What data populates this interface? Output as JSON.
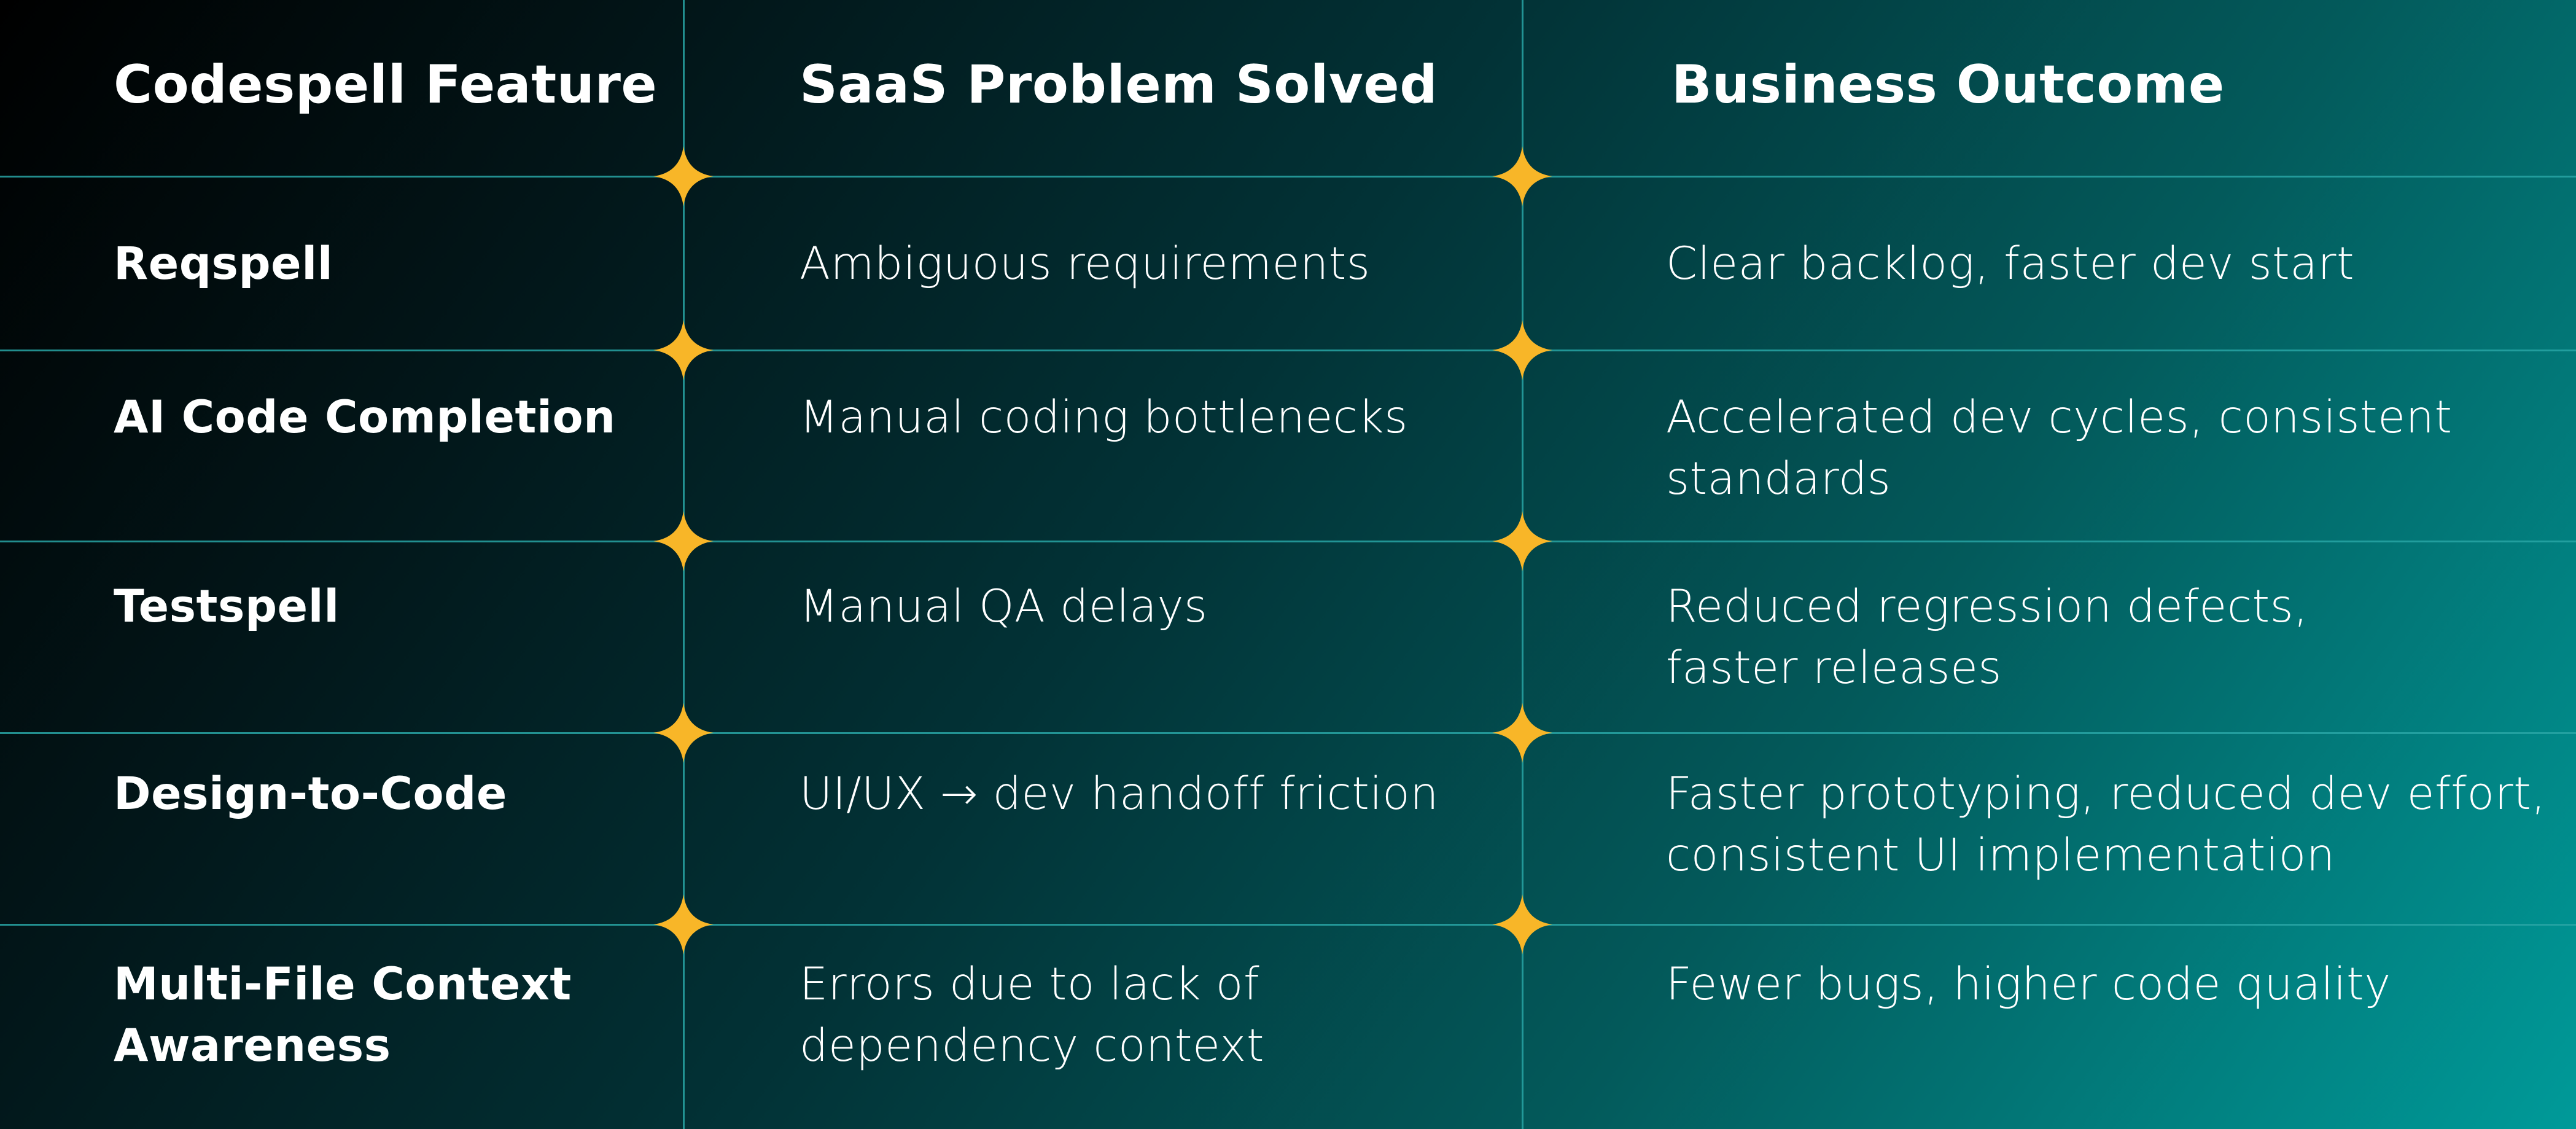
{
  "headers": [
    "Codespell Feature",
    "SaaS Problem Solved",
    "Business Outcome"
  ],
  "rows": [
    {
      "feature": [
        "Reqspell"
      ],
      "problem": [
        "Ambiguous requirements"
      ],
      "outcome": [
        "Clear backlog, faster dev start"
      ]
    },
    {
      "feature": [
        "AI Code Completion"
      ],
      "problem": [
        "Manual coding bottlenecks"
      ],
      "outcome": [
        "Accelerated dev cycles, consistent",
        "standards"
      ]
    },
    {
      "feature": [
        "Testspell"
      ],
      "problem": [
        "Manual QA delays"
      ],
      "outcome": [
        "Reduced regression defects,",
        "faster releases"
      ]
    },
    {
      "feature": [
        "Design-to-Code"
      ],
      "problem": [
        "UI/UX → dev handoff friction"
      ],
      "outcome": [
        "Faster prototyping, reduced dev effort,",
        "consistent UI implementation"
      ]
    },
    {
      "feature": [
        "Multi-File Context",
        "Awareness"
      ],
      "problem": [
        "Errors due to lack of",
        "dependency context"
      ],
      "outcome": [
        "Fewer bugs, higher code quality"
      ]
    }
  ],
  "colors": {
    "grid_line": "#28a5a5",
    "sparkle": "#f8b628",
    "text": "#ffffff",
    "background_start": "#000000",
    "background_end": "#009a99"
  },
  "icons": {
    "grid_junction": "four-point-sparkle"
  }
}
